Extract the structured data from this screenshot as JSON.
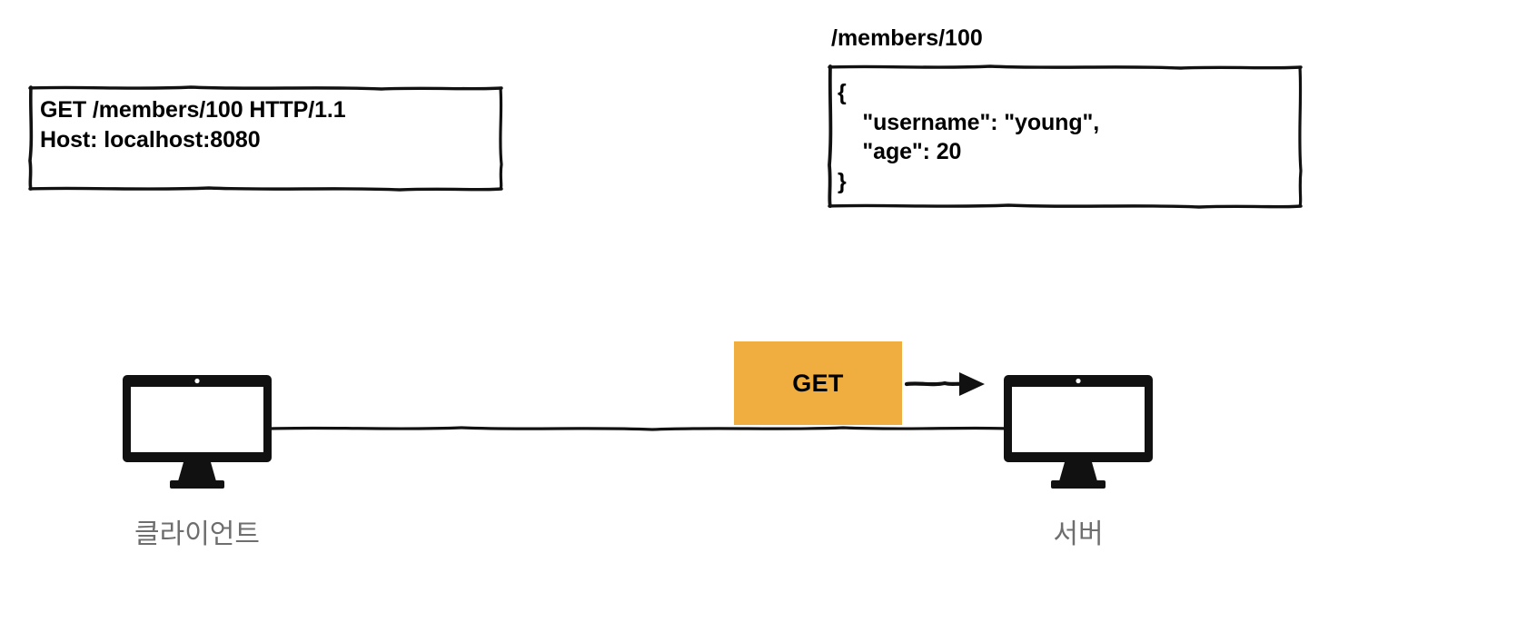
{
  "diagram": {
    "title": "HTTP GET request/response between client and server",
    "colors": {
      "badge_fill": "#EFAE3F",
      "stroke": "#111111",
      "label_text": "#6E6E6E",
      "body_text": "#000000",
      "background": "#FFFFFF"
    }
  },
  "request_box": {
    "name": "http-request",
    "lines": [
      "GET /members/100 HTTP/1.1",
      "Host: localhost:8080"
    ],
    "text": "GET /members/100 HTTP/1.1\nHost: localhost:8080"
  },
  "response_box": {
    "name": "json-response",
    "endpoint_label": "/members/100",
    "lines": [
      "{",
      "    \"username\": \"young\",",
      "    \"age\": 20",
      "}"
    ],
    "text": "{\n    \"username\": \"young\",\n    \"age\": 20\n}",
    "fields": [
      {
        "key": "username",
        "value": "young"
      },
      {
        "key": "age",
        "value": 20
      }
    ]
  },
  "nodes": {
    "client": {
      "label": "클라이언트",
      "icon": "desktop-monitor-icon"
    },
    "server": {
      "label": "서버",
      "icon": "desktop-monitor-icon"
    }
  },
  "flow": {
    "method_badge": "GET",
    "arrow_direction": "right",
    "arrow_icon": "arrow-right-icon",
    "connector_icon": "connection-line-icon"
  }
}
